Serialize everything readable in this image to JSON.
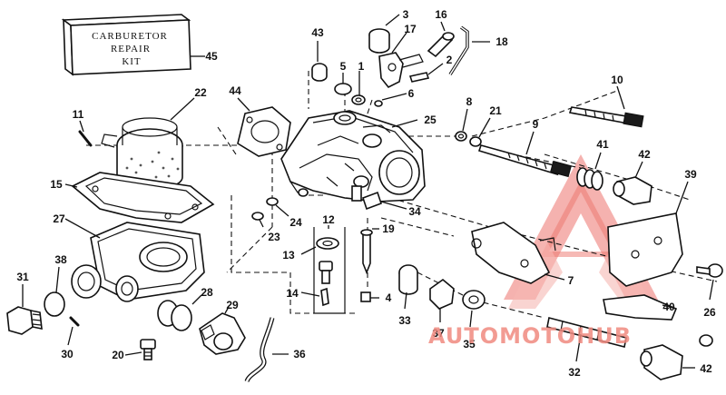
{
  "kit_box": {
    "line1": "CARBURETOR",
    "line2": "REPAIR",
    "line3": "KIT"
  },
  "callouts": [
    "1",
    "2",
    "3",
    "4",
    "5",
    "6",
    "7",
    "8",
    "9",
    "10",
    "11",
    "12",
    "13",
    "14",
    "15",
    "16",
    "17",
    "18",
    "19",
    "20",
    "21",
    "22",
    "23",
    "24",
    "25",
    "26",
    "27",
    "28",
    "29",
    "30",
    "31",
    "32",
    "33",
    "34",
    "35",
    "36",
    "37",
    "38",
    "39",
    "40",
    "41",
    "42",
    "42",
    "43",
    "44",
    "45"
  ],
  "watermark": {
    "brand": "AUTOMOTOHUB",
    "color_primary": "#e8453c",
    "color_light": "#f4a09a"
  }
}
